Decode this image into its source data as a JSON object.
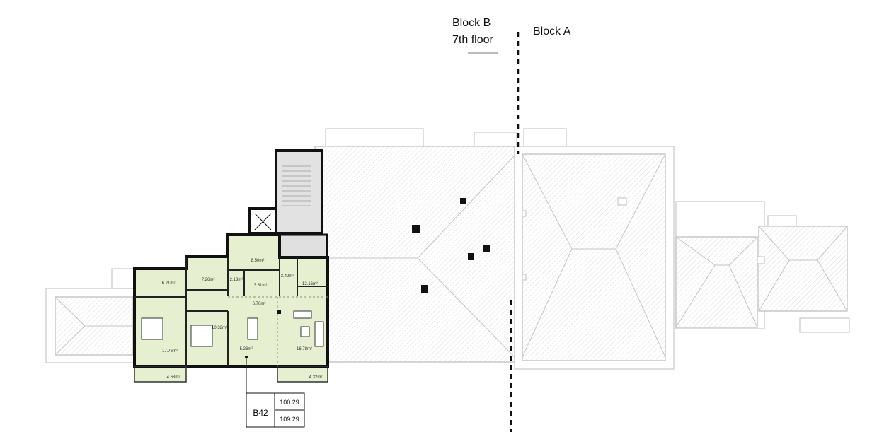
{
  "labels": {
    "block_b": "Block B",
    "floor": "7th floor",
    "block_a": "Block A"
  },
  "rooms": [
    "6.21m²",
    "7.26m²",
    "8.50m²",
    "2.13m²",
    "3.81m²",
    "3.42m²",
    "12.16m²",
    "6.70m²",
    "17.76m²",
    "10.32m²",
    "5.26m²",
    "16.78m²",
    "4.68m²",
    "4.32m²"
  ],
  "unit": {
    "id": "B42",
    "area_net": "100.29",
    "area_gross": "109.29"
  },
  "colors": {
    "unit_fill": "#e6efcf",
    "wall": "#111111",
    "roof_line": "#c4c4c4"
  }
}
